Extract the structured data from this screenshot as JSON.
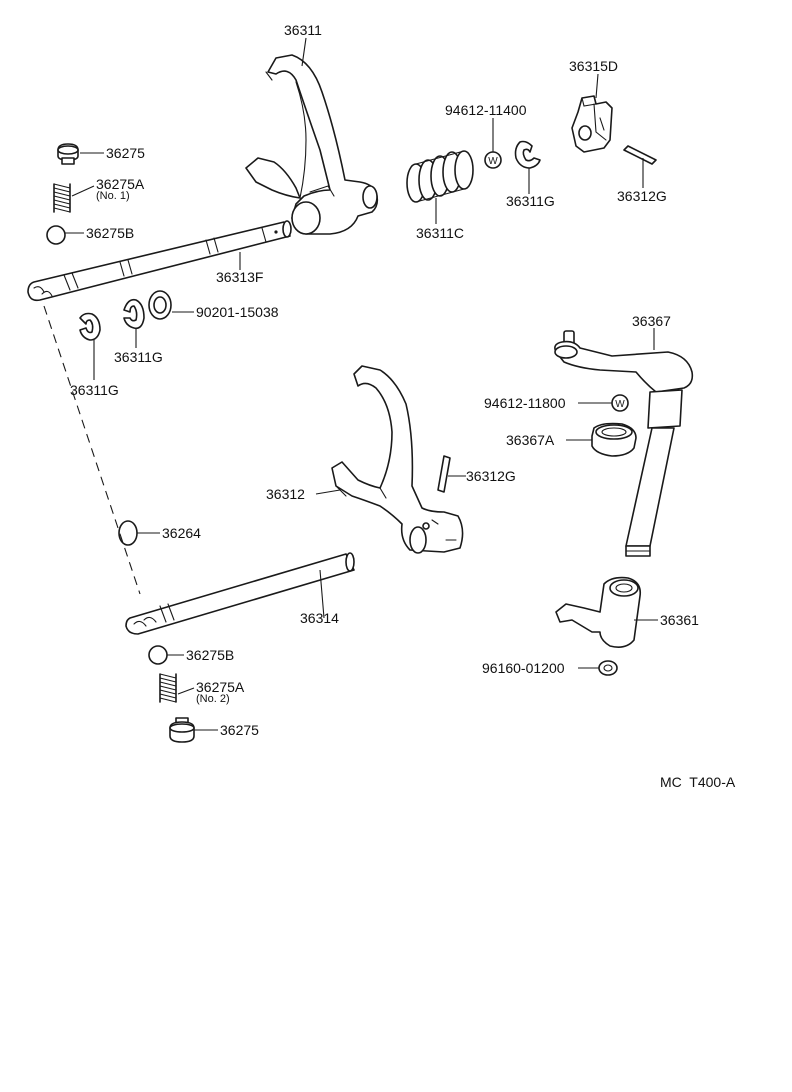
{
  "labels": {
    "p36311": "36311",
    "p36315D": "36315D",
    "p94612_11400": "94612-11400",
    "p36275_top": "36275",
    "p36275A_top": "36275A",
    "p36275A_top_sub": "(No. 1)",
    "p36311C": "36311C",
    "p36311G_r": "36311G",
    "p36312G_top": "36312G",
    "p36275B_top": "36275B",
    "p36313F": "36313F",
    "p90201_15038": "90201-15038",
    "p36311G_mid": "36311G",
    "p36311G_left": "36311G",
    "p36367": "36367",
    "p94612_11800": "94612-11800",
    "p36367A": "36367A",
    "p36312": "36312",
    "p36312G_mid": "36312G",
    "p36264": "36264",
    "p36314": "36314",
    "p36361": "36361",
    "p36275B_bot": "36275B",
    "p96160_01200": "96160-01200",
    "p36275A_bot": "36275A",
    "p36275A_bot_sub": "(No. 2)",
    "p36275_bot": "36275",
    "diagram_code": "MC  T400-A"
  },
  "washer_mark": "W"
}
